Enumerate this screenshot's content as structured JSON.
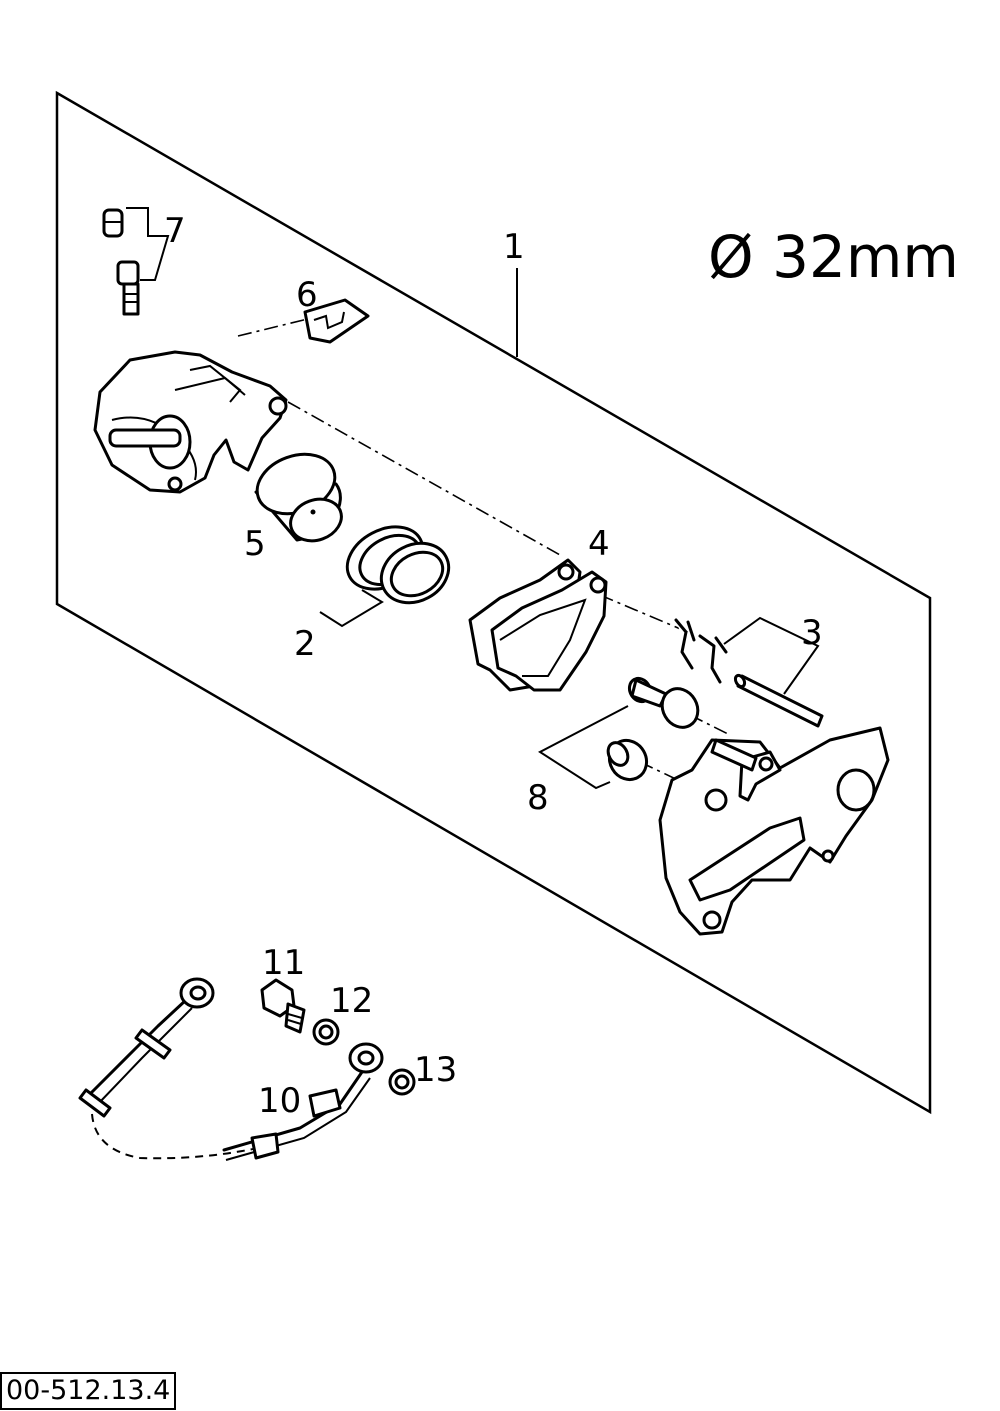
{
  "diagram": {
    "spec_label": "Ø 32mm",
    "drawing_number": "00-512.13.4",
    "callouts": {
      "c1": "1",
      "c2": "2",
      "c3": "3",
      "c4": "4",
      "c5": "5",
      "c6": "6",
      "c7": "7",
      "c8": "8",
      "c10": "10",
      "c11": "11",
      "c12": "12",
      "c13": "13"
    }
  }
}
